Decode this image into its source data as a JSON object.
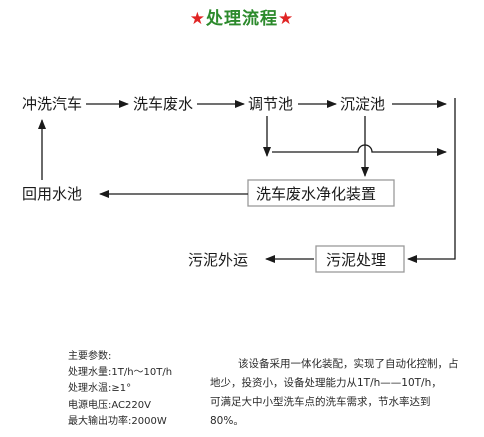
{
  "title": {
    "star": "★",
    "text": "处理流程"
  },
  "diagram": {
    "nodes": {
      "car_wash": "冲洗汽车",
      "wastewater": "洗车废水",
      "regulating_tank": "调节池",
      "sedimentation_tank": "沉淀池",
      "purification_device": "洗车废水净化装置",
      "reuse_tank": "回用水池",
      "sludge_treatment": "污泥处理",
      "sludge_out": "污泥外运"
    }
  },
  "params": {
    "heading": "主要参数:",
    "rows": [
      {
        "label": "处理水量:",
        "value": "1T/h～10T/h"
      },
      {
        "label": "处理水温:",
        "value": "≥1°"
      },
      {
        "label": "电源电压:",
        "value": "AC220V"
      },
      {
        "label": "最大输出功率:",
        "value": "2000W"
      }
    ]
  },
  "description": {
    "lines": [
      "该设备采用一体化装配，实现了自动化控制，占",
      "地少，投资小，设备处理能力从1T/h——10T/h，",
      "可满足大中小型洗车点的洗车需求，节水率达到",
      "80%。"
    ]
  },
  "colors": {
    "title_text": "#2c8a2c",
    "star": "#e02424",
    "line": "#1a1a1a",
    "box_border": "#9a9a9a"
  }
}
